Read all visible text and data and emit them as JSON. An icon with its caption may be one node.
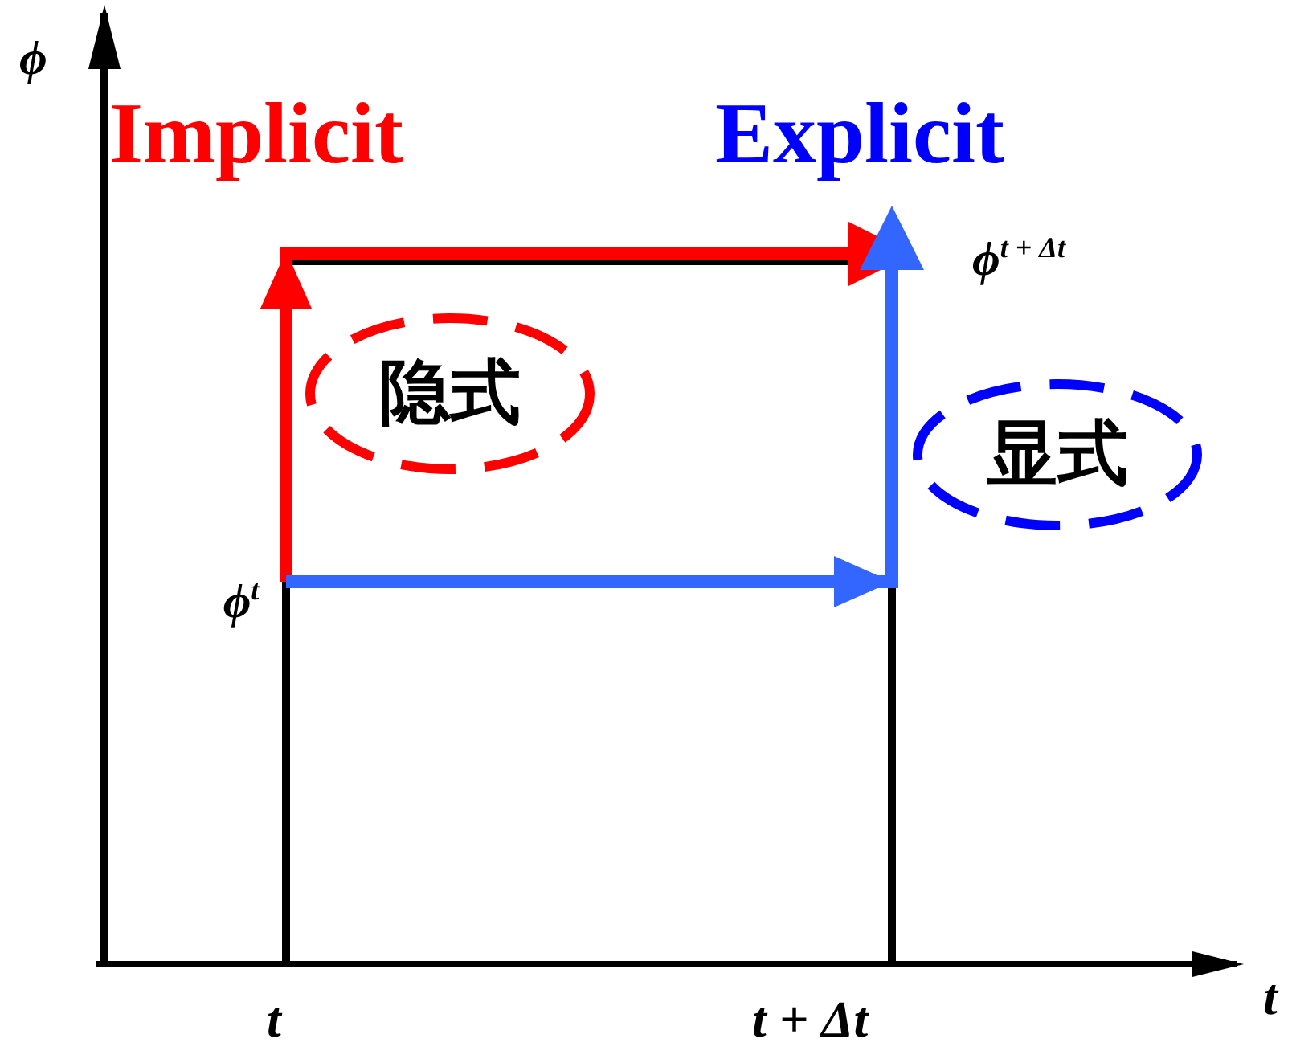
{
  "diagram": {
    "nodes": [
      {
        "text": [
          "ϕ$^{t}$"
        ]
      },
      {
        "text": [
          "ϕ$^{t + Δt}$"
        ]
      },
      {
        "text": [
          "隐式"
        ]
      },
      {
        "text": [
          "显式"
        ]
      }
    ],
    "edges": [
      {
        "from": 0,
        "to": 1,
        "arrow": "to",
        "color": "#ff0000"
      },
      {
        "from": 0,
        "to": 1,
        "arrow": "to",
        "color": "#3366ff"
      }
    ],
    "labels": [
      "ϕ",
      "Implicit",
      "Explicit",
      "t",
      "t",
      "t + Δt"
    ]
  }
}
